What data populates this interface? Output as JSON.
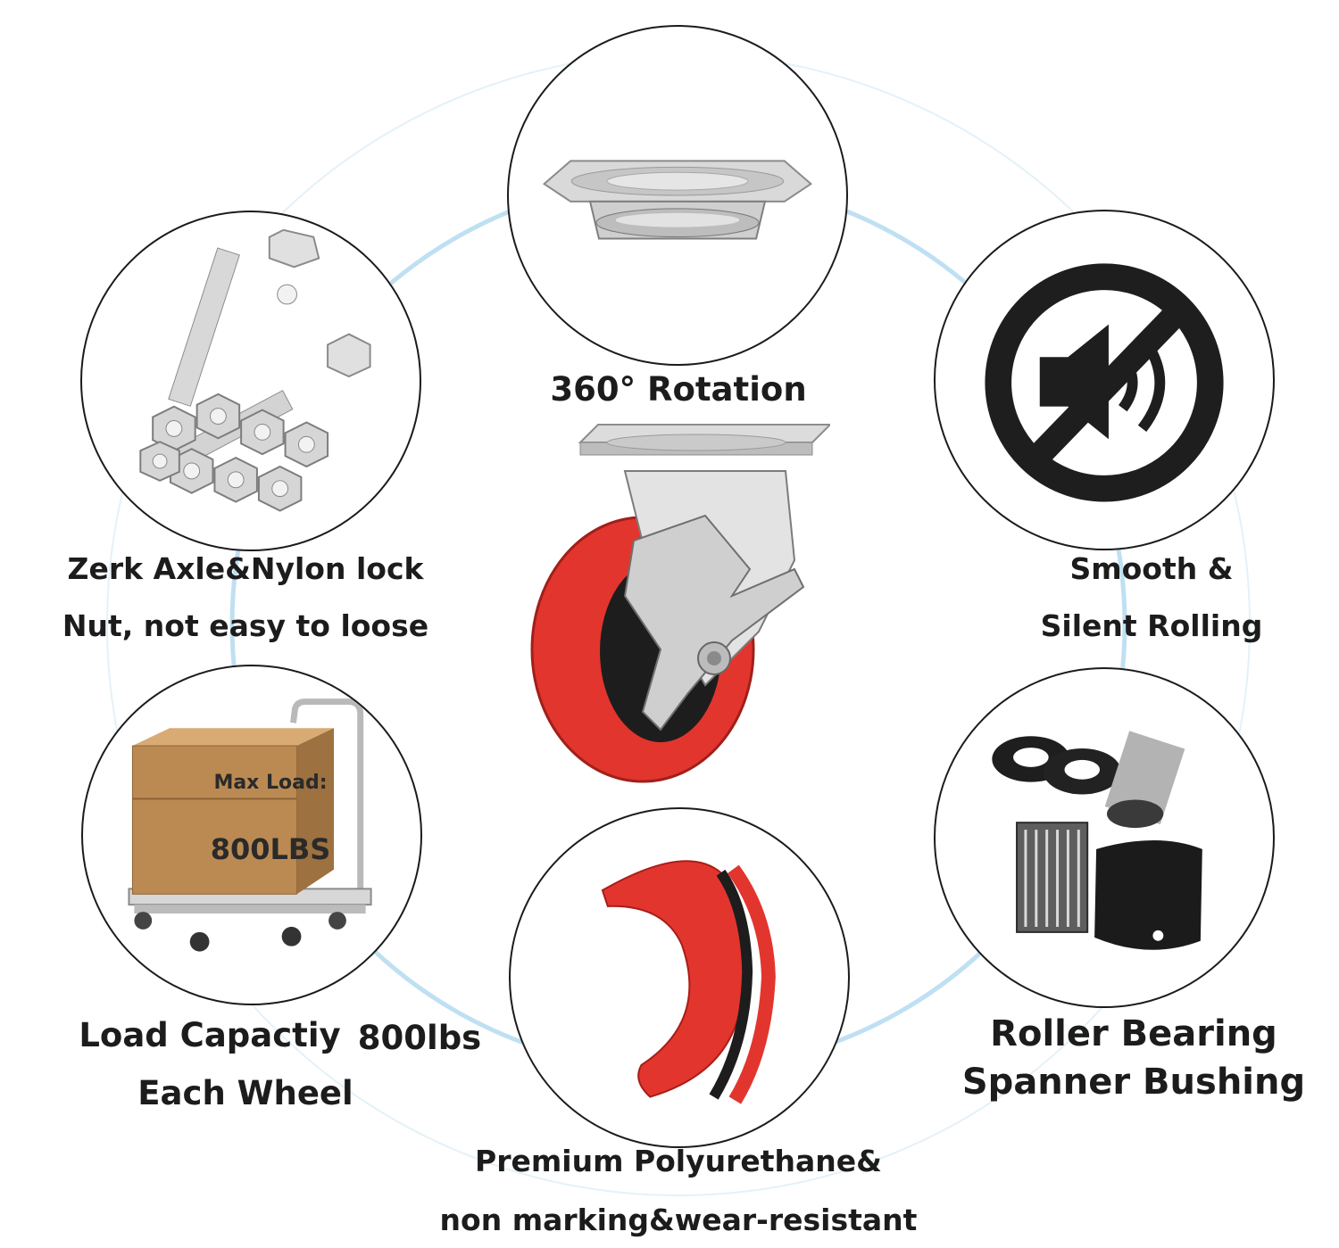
{
  "features": {
    "rotation": "360° Rotation",
    "axle_line1": "Zerk Axle&Nylon lock",
    "axle_line2": "Nut, not easy to loose",
    "silent_line1": "Smooth &",
    "silent_line2": "Silent Rolling",
    "load_line1": "Load Capactiy",
    "load_value": "800lbs",
    "load_line2": "Each Wheel",
    "bearing_line1": "Roller Bearing",
    "bearing_line2": "Spanner Bushing",
    "poly_line1": "Premium Polyurethane&",
    "poly_line2": "non marking&wear-resistant"
  },
  "box": {
    "max_load_label": "Max Load:",
    "max_load_value": "800LBS"
  },
  "icons": {
    "center": "swivel-caster-brake-icon",
    "rotation": "top-plate-swivel-icon",
    "axle": "bolts-nuts-icon",
    "silent": "speaker-muted-icon",
    "load": "platform-cart-icon",
    "bearing": "roller-bearing-icon",
    "poly": "polyurethane-tread-icon"
  },
  "colors": {
    "wheel_red": "#e2352e",
    "ring_blue": "#a9d3ea",
    "outline": "#1b1b1b",
    "cardboard": "#b9874e"
  }
}
